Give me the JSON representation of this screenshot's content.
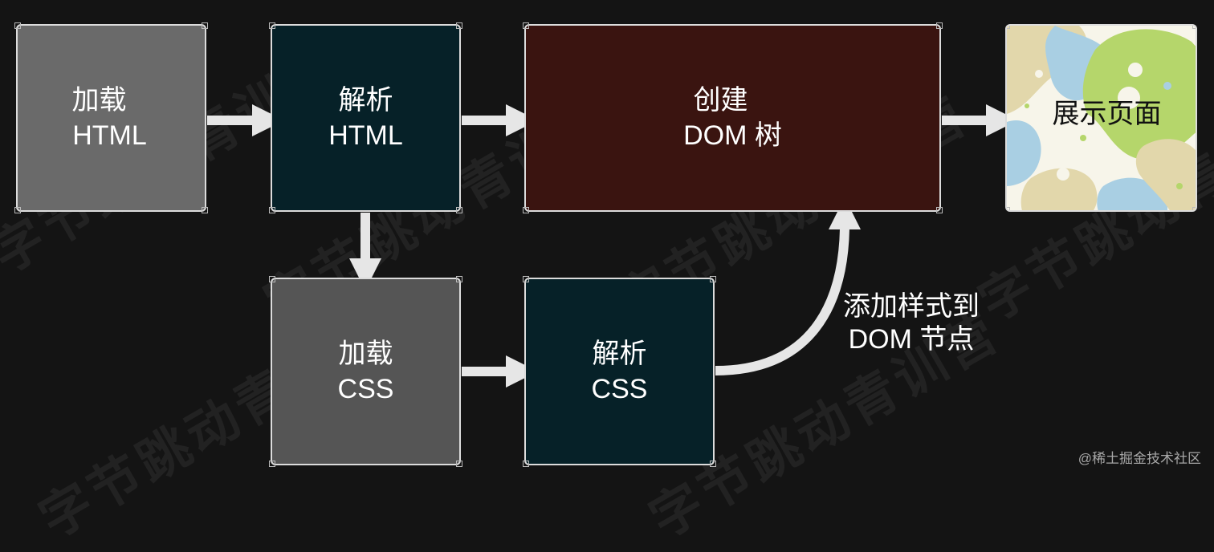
{
  "watermark": {
    "text": "字节跳动青训营"
  },
  "nodes": {
    "load_html": {
      "line1": "加载",
      "line2": "HTML"
    },
    "parse_html": {
      "line1": "解析",
      "line2": "HTML"
    },
    "create_dom": {
      "line1": "创建",
      "line2": "DOM 树"
    },
    "render_page": {
      "label": "展示页面"
    },
    "load_css": {
      "line1": "加载",
      "line2": "CSS"
    },
    "parse_css": {
      "line1": "解析",
      "line2": "CSS"
    }
  },
  "edges": [
    {
      "from": "load_html",
      "to": "parse_html"
    },
    {
      "from": "parse_html",
      "to": "create_dom"
    },
    {
      "from": "create_dom",
      "to": "render_page"
    },
    {
      "from": "parse_html",
      "to": "load_css"
    },
    {
      "from": "load_css",
      "to": "parse_css"
    },
    {
      "from": "parse_css",
      "to": "create_dom",
      "label": "添加样式到 DOM 节点"
    }
  ],
  "annotation": {
    "line1": "添加样式到",
    "line2": "DOM 节点"
  },
  "credit": "@稀土掘金技术社区",
  "colors": {
    "background": "#141414",
    "box_border": "#dcdcdc",
    "arrow": "#e6e6e6",
    "load_html_fill": "#6a6a6a",
    "parse_fill": "#062128",
    "create_dom_fill": "#3a1410",
    "load_css_fill": "#555555",
    "render_blue": "#a9cfe3",
    "render_green": "#b5d66b",
    "render_beige": "#e2d7ab"
  }
}
